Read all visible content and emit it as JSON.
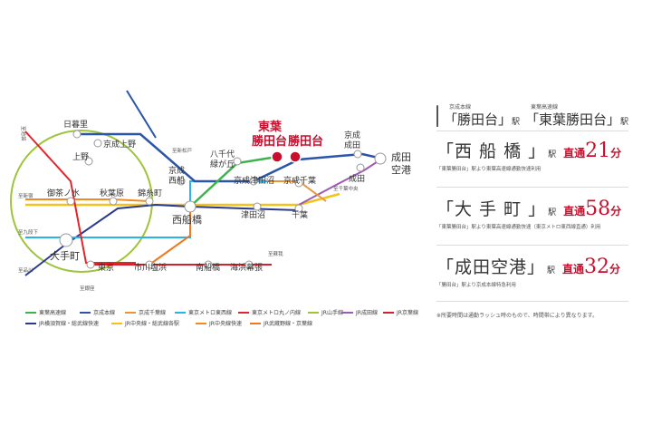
{
  "colors": {
    "tozai_red": "#c8102e",
    "toyo": "#3cb44b",
    "keisei_main": "#2a55a8",
    "keisei_chiba": "#e8953a",
    "metro_tozai": "#28b4e6",
    "marunouchi": "#e0262b",
    "yamanote": "#9ec43a",
    "narita_line": "#9c5bb5",
    "keiyo": "#d5212e",
    "yokosuka": "#2b3a8e",
    "chuo_rapid": "#f08c1f",
    "chuo_sobu": "#f5c21b",
    "musashino": "#f0781e"
  },
  "map": {
    "destination_line1": "東葉",
    "destination_line2": "勝田台",
    "katsutadai": "勝田台",
    "stations": {
      "nippori": "日暮里",
      "keisei_ueno": "京成上野",
      "ueno": "上野",
      "yatsuka": "八千代",
      "midorigaoka": "緑が丘",
      "keisei_nishifuna_1": "京成",
      "keisei_nishifuna_2": "西船",
      "keisei_narita_1": "京成",
      "keisei_narita_2": "成田",
      "narita_airport_1": "成田",
      "narita_airport_2": "空港",
      "narita": "成田",
      "ochanomizu": "御茶ノ水",
      "akihabara": "秋葉原",
      "kinshicho": "錦糸町",
      "keisei_tsudanuma": "京成津田沼",
      "keisei_chiba": "京成千葉",
      "nishifunabashi": "西船橋",
      "tsudanuma": "津田沼",
      "chiba": "千葉",
      "otemachi": "大手町",
      "tokyo": "東京",
      "ichikawashiohama": "市川塩浜",
      "minamifunabashi": "南船橋",
      "kaihinmakuhari": "海浜幕張"
    },
    "edge_labels": {
      "ikebukuro": "至池袋",
      "shinjuku": "至新宿",
      "kudanshita": "至九段下",
      "shinagawa": "至品川",
      "ginza": "至銀座",
      "shinmatsudo": "至新松戸",
      "chiba_chuo": "至千葉中央",
      "soga": "至蘇我"
    }
  },
  "legend": [
    {
      "label": "東葉高速線",
      "color": "#3cb44b"
    },
    {
      "label": "京成本線",
      "color": "#2a55a8"
    },
    {
      "label": "京成千葉線",
      "color": "#e8953a"
    },
    {
      "label": "東京メトロ東西線",
      "color": "#28b4e6"
    },
    {
      "label": "東京メトロ丸ノ内線",
      "color": "#e0262b"
    },
    {
      "label": "JR山手線",
      "color": "#9ec43a"
    },
    {
      "label": "JR成田線",
      "color": "#9c5bb5"
    },
    {
      "label": "JR京葉線",
      "color": "#d5212e"
    },
    {
      "label": "JR横須賀線・総武線快速",
      "color": "#2b3a8e"
    },
    {
      "label": "JR中央線・総武線各駅",
      "color": "#f5c21b"
    },
    {
      "label": "JR中央線快速",
      "color": "#f08c1f"
    },
    {
      "label": "JR武蔵野線・京葉線",
      "color": "#f0781e"
    }
  ],
  "panel": {
    "header": {
      "small_left": "京成本線",
      "small_right": "東葉高速線",
      "main_left": "「勝田台」",
      "eki1": "駅",
      "main_right": "「東葉勝田台」",
      "eki2": "駅"
    },
    "rows": [
      {
        "name": "「西 船 橋 」",
        "eki": "駅",
        "direct": "直通",
        "minutes": "21",
        "unit": "分",
        "note": "「東葉勝田台」駅より東葉高速線通勤快速利用"
      },
      {
        "name": "「大 手 町 」",
        "eki": "駅",
        "direct": "直通",
        "minutes": "58",
        "unit": "分",
        "note": "「東葉勝田台」駅より東葉高速線通勤快速（東京メトロ東西線直通）利用"
      },
      {
        "name": "「成田空港」",
        "eki": "駅",
        "direct": "直通",
        "minutes": "32",
        "unit": "分",
        "note": "「勝田台」駅より京成本線特急利用"
      }
    ],
    "footnote": "※所要時間は通勤ラッシュ時のもので、時間帯により異なります。"
  }
}
